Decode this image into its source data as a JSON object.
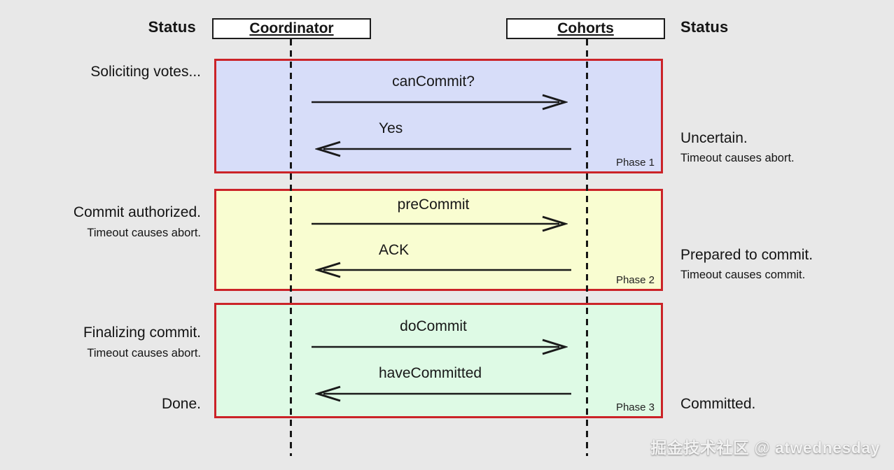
{
  "header": {
    "left_status_label": "Status",
    "coordinator_label": "Coordinator",
    "cohorts_label": "Cohorts",
    "right_status_label": "Status"
  },
  "colors": {
    "background": "#e8e8e8",
    "phase1_fill": "#d7ddf9",
    "phase2_fill": "#f9fdd1",
    "phase3_fill": "#defae5",
    "phase_border": "#cb2328",
    "ink": "#141414",
    "watermark": "#f2f2f2"
  },
  "phases": [
    {
      "name": "Phase 1",
      "left_status": "Soliciting votes...",
      "request": "canCommit?",
      "response": "Yes",
      "right_status": "Uncertain.",
      "right_sub": "Timeout causes abort."
    },
    {
      "name": "Phase 2",
      "left_status": "Commit authorized.",
      "left_sub": "Timeout causes abort.",
      "request": "preCommit",
      "response": "ACK",
      "right_status": "Prepared to commit.",
      "right_sub": "Timeout causes commit."
    },
    {
      "name": "Phase 3",
      "left_status": "Finalizing commit.",
      "left_sub": "Timeout causes abort.",
      "left_done": "Done.",
      "request": "doCommit",
      "response": "haveCommitted",
      "right_status": "Committed."
    }
  ],
  "watermark": {
    "text": "掘金技术社区 @ atwednesday"
  }
}
